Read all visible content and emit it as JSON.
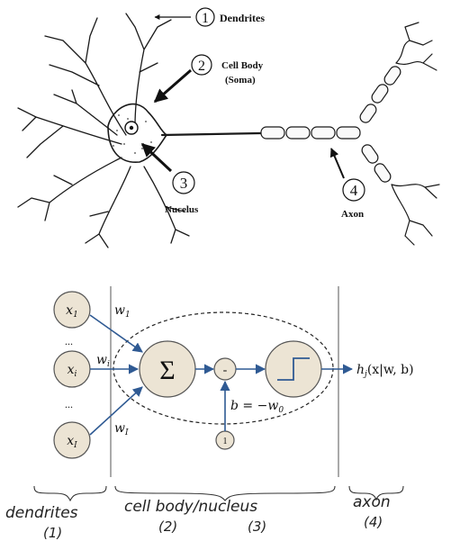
{
  "top_figure": {
    "labels": [
      {
        "num": "1",
        "text": "Dendrites"
      },
      {
        "num": "2",
        "text": "Cell Body",
        "sub": "(Soma)"
      },
      {
        "num": "3",
        "text": "Nucelus"
      },
      {
        "num": "4",
        "text": "Axon"
      }
    ]
  },
  "perceptron": {
    "inputs": {
      "x1": {
        "base": "x",
        "sub": "1"
      },
      "xi": {
        "base": "x",
        "sub": "i"
      },
      "xI": {
        "base": "x",
        "sub": "I"
      }
    },
    "ellipsis": "...",
    "weights": {
      "w1": {
        "base": "w",
        "sub": "1"
      },
      "wi": {
        "base": "w",
        "sub": "i"
      },
      "wI": {
        "base": "w",
        "sub": "I"
      }
    },
    "sum_symbol": "Σ",
    "minus_symbol": "-",
    "bias_label": "b = −w",
    "bias_sub": "0",
    "bias_node": "1",
    "output_label": "h",
    "output_sub": "j",
    "output_args": "(x|w, b)"
  },
  "handwritten": {
    "dendrites": "dendrites",
    "dendrites_num": "(1)",
    "cell_body": "cell body/nucleus",
    "cell_body_num2": "(2)",
    "cell_body_num3": "(3)",
    "axon": "axon",
    "axon_num": "(4)"
  },
  "colors": {
    "arrow": "#2f5a93",
    "node_fill": "#ece4d4"
  }
}
